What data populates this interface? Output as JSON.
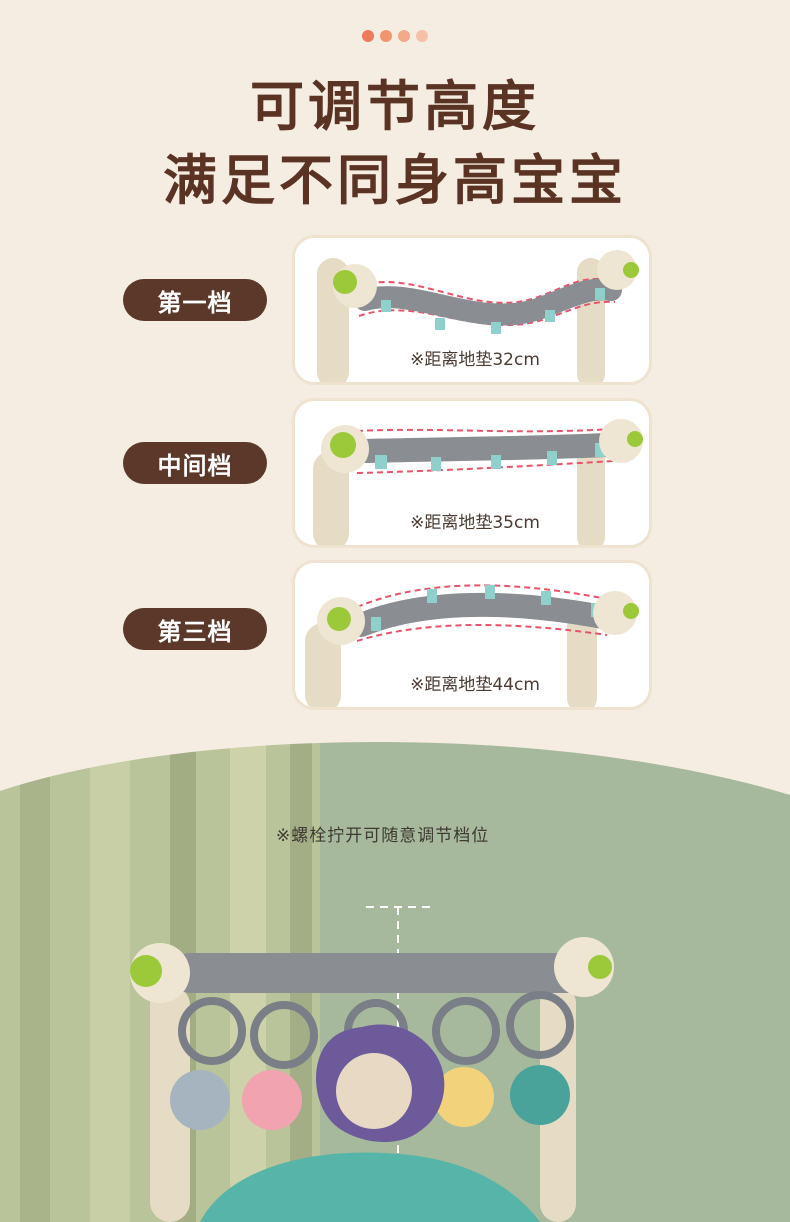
{
  "header": {
    "dot_colors": [
      "#ee7c5c",
      "#f1946f",
      "#f3a98a",
      "#f5c1a8"
    ],
    "title_line1": "可调节高度",
    "title_line2": "满足不同身高宝宝"
  },
  "levels": [
    {
      "label": "第一档",
      "distance": "※距离地垫32cm"
    },
    {
      "label": "中间档",
      "distance": "※距离地垫35cm"
    },
    {
      "label": "第三档",
      "distance": "※距离地垫44cm"
    }
  ],
  "bottom": {
    "note": "※螺栓拧开可随意调节档位"
  },
  "colors": {
    "background": "#f5ede2",
    "title": "#5a3324",
    "pill": "#5b3829",
    "bar": "#8a8d92",
    "clip": "#8fd0cc",
    "dashed": "#e9536a",
    "frame": "#e6dcc6",
    "knob": "#9bc93a",
    "curtain": "#b9c49a",
    "wall": "#a7b99c"
  }
}
